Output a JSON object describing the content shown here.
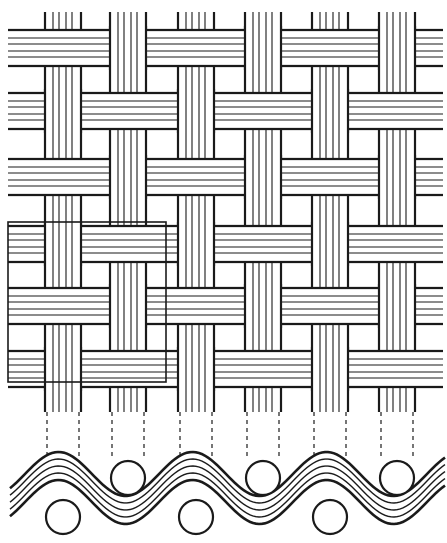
{
  "diagram": {
    "subject": "plain-weave-structure",
    "warp_threads": 6,
    "weft_threads": 6,
    "colors": {
      "background": "#ffffff",
      "stroke": "#1a1a1a",
      "fill": "#ffffff"
    },
    "components": [
      "warp-yarns",
      "weft-yarns",
      "repeat-unit-frame",
      "projection-lines",
      "cross-section-wave",
      "cross-section-yarn-circles"
    ]
  }
}
